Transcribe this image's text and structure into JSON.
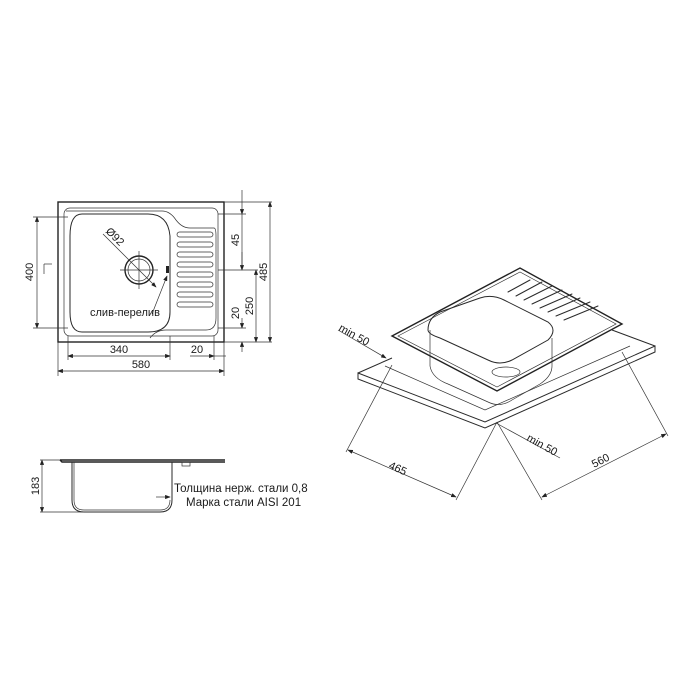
{
  "drawing": {
    "title": "Sink technical drawing",
    "stroke_color": "#222222",
    "background": "#ffffff"
  },
  "top_view": {
    "drain_diameter": "Ø92",
    "overflow_label": "слив-перелив",
    "dims": {
      "bowl_width": "340",
      "drainer_offset": "20",
      "total_width": "580",
      "bowl_depth": "400",
      "top_offset": "45",
      "drain_to_bottom": "250",
      "bottom_offset": "20",
      "total_depth": "485"
    }
  },
  "side_view": {
    "height": "183",
    "notes": [
      "Толщина нерж. стали 0,8",
      "Марка стали AISI 201"
    ]
  },
  "iso_view": {
    "min_left": "min 50",
    "min_right": "min 50",
    "cutout_depth": "465",
    "cutout_width": "560"
  }
}
